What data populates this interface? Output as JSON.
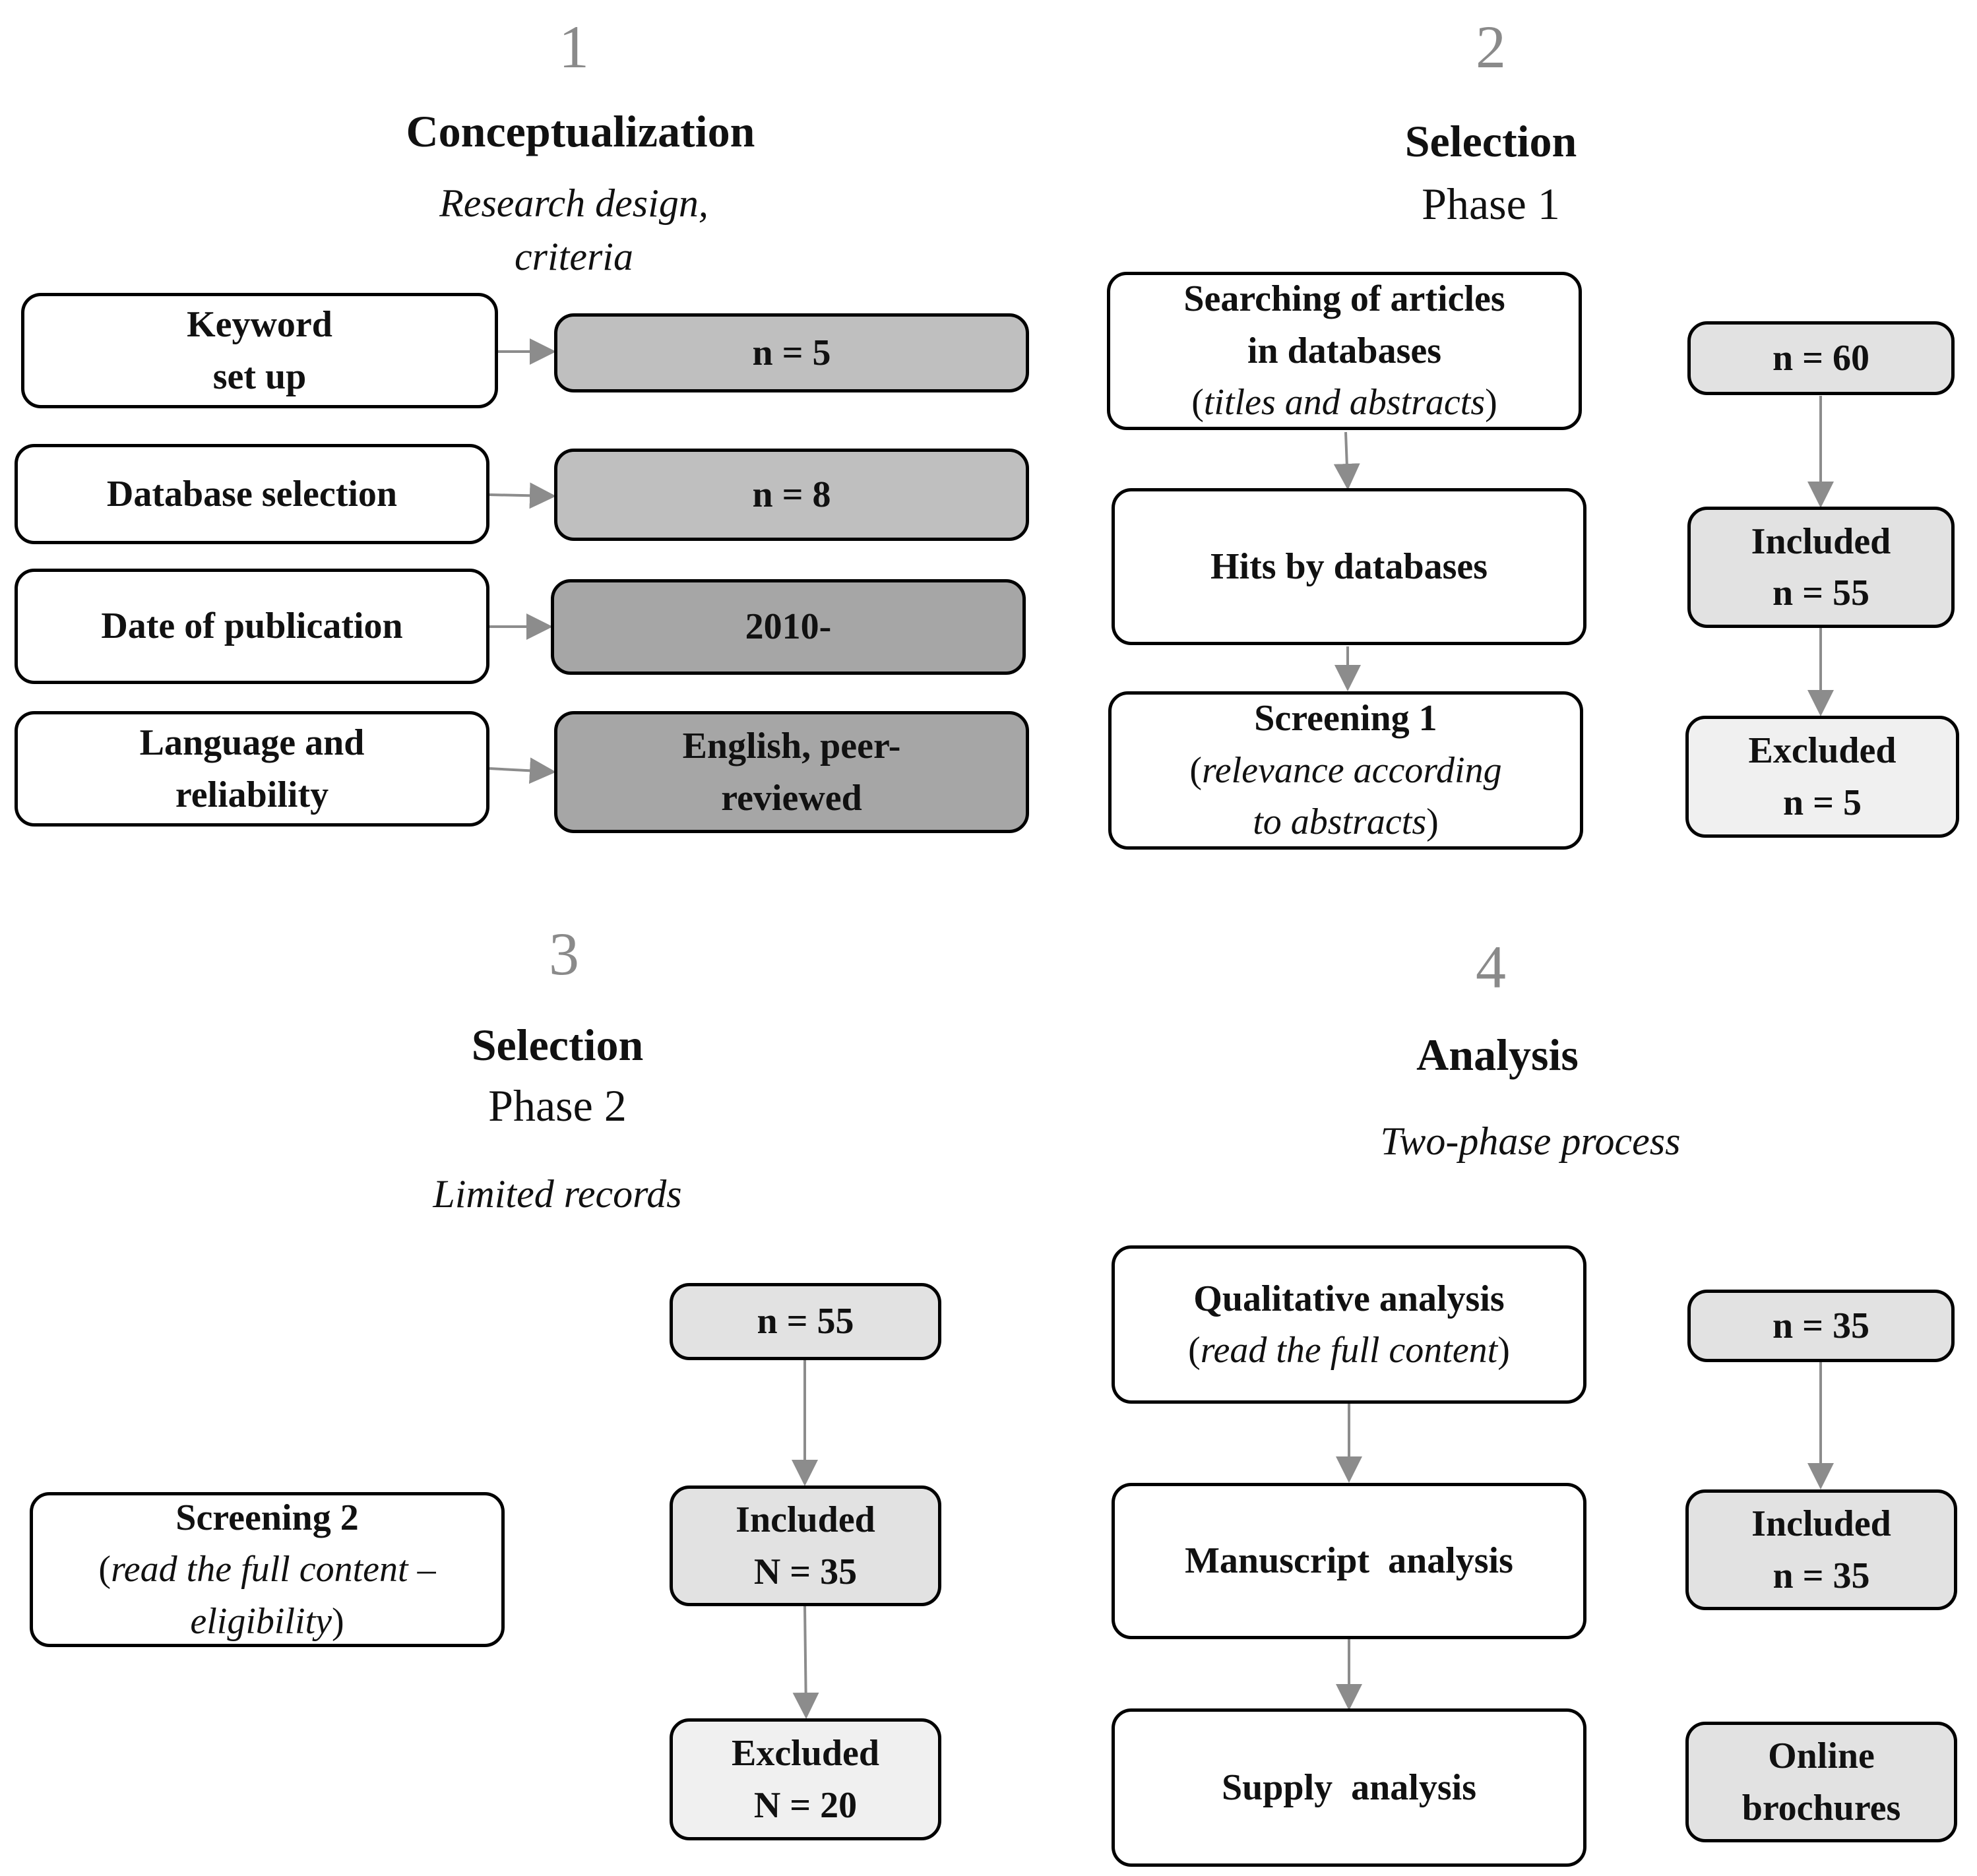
{
  "panel1": {
    "number": "1",
    "title": "Conceptualization",
    "subtitle_line1": "Research design,",
    "subtitle_line2": "criteria",
    "rows": [
      {
        "label_line1": "Keyword",
        "label_line2": "set up",
        "value_line1": "n = 5",
        "value_line2": ""
      },
      {
        "label_line1": "Database selection",
        "label_line2": "",
        "value_line1": "n = 8",
        "value_line2": ""
      },
      {
        "label_line1": "Date of publication",
        "label_line2": "",
        "value_line1": "2010-",
        "value_line2": ""
      },
      {
        "label_line1": "Language and",
        "label_line2": "reliability",
        "value_line1": "English, peer-",
        "value_line2": "reviewed"
      }
    ]
  },
  "panel2": {
    "number": "2",
    "title": "Selection",
    "phase": "Phase 1",
    "steps": [
      {
        "line1": "Searching of articles",
        "line2": "in databases",
        "note": "titles and abstracts"
      },
      {
        "line1": "Hits by databases",
        "line2": "",
        "note": ""
      },
      {
        "line1": "Screening 1",
        "line2": "",
        "note_line1": "relevance according",
        "note_line2": "to abstracts"
      }
    ],
    "counts": [
      {
        "line1": "n = 60",
        "line2": ""
      },
      {
        "line1": "Included",
        "line2": "n = 55"
      },
      {
        "line1": "Excluded",
        "line2": "n = 5"
      }
    ]
  },
  "panel3": {
    "number": "3",
    "title": "Selection",
    "phase": "Phase 2",
    "subtitle": "Limited records",
    "step": {
      "line1": "Screening 2",
      "note_line1": "read the full content –",
      "note_line2": "eligibility"
    },
    "counts": [
      {
        "line1": "n = 55",
        "line2": ""
      },
      {
        "line1": "Included",
        "line2": "N = 35"
      },
      {
        "line1": "Excluded",
        "line2": "N = 20"
      }
    ]
  },
  "panel4": {
    "number": "4",
    "title": "Analysis",
    "subtitle": "Two-phase process",
    "steps": [
      {
        "line1": "Qualitative analysis",
        "note": "read the full content"
      },
      {
        "line1": "Manuscript  analysis",
        "note": ""
      },
      {
        "line1": "Supply  analysis",
        "note": ""
      }
    ],
    "counts": [
      {
        "line1": "n = 35",
        "line2": ""
      },
      {
        "line1": "Included",
        "line2": "n = 35"
      },
      {
        "line1": "Online",
        "line2": "brochures"
      }
    ]
  },
  "colors": {
    "arrow": "#8c8c8c",
    "border": "#000000",
    "number": "#8a8a8a"
  }
}
